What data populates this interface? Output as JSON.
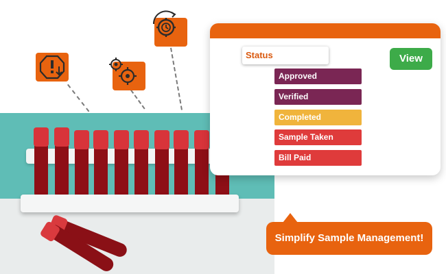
{
  "status_panel": {
    "status_label": "Status",
    "view_button": "View",
    "statuses": [
      "Approved",
      "Verified",
      "Completed",
      "Sample Taken",
      "Bill Paid"
    ],
    "status_colors": [
      "#7a2654",
      "#7a2654",
      "#f0b43c",
      "#df3b3b",
      "#df3b3b"
    ]
  },
  "callout": {
    "text": "Simplify Sample Management!"
  },
  "icons": {
    "alert": "alert-download-icon",
    "gears": "gears-icon",
    "schedule": "clock-gear-icon"
  },
  "colors": {
    "brand_orange": "#e8630f",
    "view_green": "#3dab49",
    "photo_teal": "#5fbdb6"
  }
}
